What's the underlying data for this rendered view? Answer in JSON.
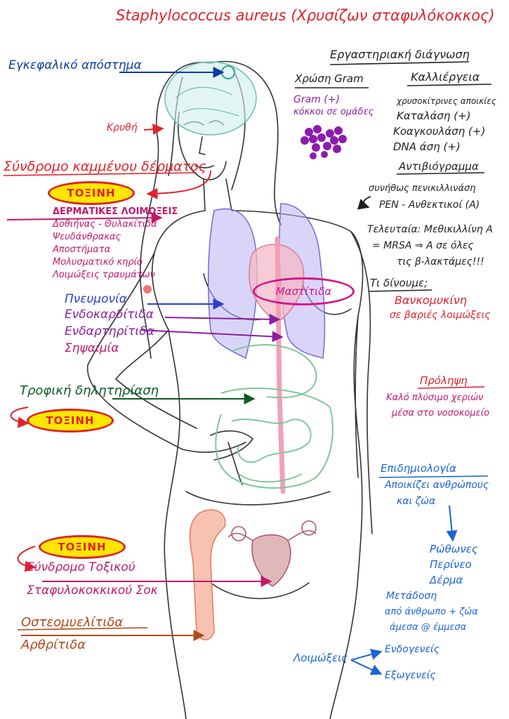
{
  "title": "Staphylococcus aureus (Χρυσίζων σταφυλόκοκκος)",
  "left": {
    "cns": "Εγκεφαλικό απόστημα",
    "skin_syndrome": "Σύνδρομο καμμένου δέρματος",
    "toxin": "ΤΟΞΙΝΗ",
    "dermal": [
      "ΔΕΡΜΑΤΙΚΕΣ ΛΟΙΜΩΞΕΙΣ",
      "Δοθιήνας - Θυλακίτιδα",
      "Ψευδάνθρακας",
      "Αποστήματα",
      "Μολυσματικό κηρίο",
      "Λοιμώξεις τραυμάτων"
    ],
    "pneumonia": "Πνευμονία",
    "endocarditis": "Ενδοκαρδίτιδα",
    "endarteritis": "Ενδαρτηρίτιδα",
    "sepsis": "Σηψαιμία",
    "food_poisoning": "Τροφική δηλητηρίαση",
    "tss": [
      "Σύνδρομο Τοξικού",
      "Σταφυλοκοκκικού Σοκ"
    ],
    "osteomyelitis": "Οστεομυελίτιδα",
    "arthritis": "Αρθρίτιδα"
  },
  "body_labels": {
    "hair": "Κρυθή",
    "mastitis": "Μαστίτιδα"
  },
  "right": {
    "lab_diagnosis": "Εργαστηριακή διάγνωση",
    "gram_head": "Χρώση Gram",
    "gram_text": [
      "Gram (+)",
      "κόκκοι σε ομάδες"
    ],
    "culture_head": "Καλλιέργεια",
    "culture_items": [
      "χρυσοκίτρινες αποικίες",
      "Καταλάση (+)",
      "Κοαγκουλάση (+)",
      "DNA άση (+)"
    ],
    "antibiogram": "Αντιβιόγραμμα",
    "antibiogram_items": [
      "συνήθως πενικιλλινάση",
      "PEN - Ανθεκτικοί (A)",
      "Τελευταία: Μεθικιλλίνη A",
      "= MRSA ⇒ A σε όλες",
      "τις β-λακτάμες!!!"
    ],
    "what_to_give": "Τι δίνουμε;",
    "vanco": [
      "Βανκομυκίνη",
      "σε βαριές λοιμώξεις"
    ],
    "prevention": "Πρόληψη",
    "prevention_text": [
      "Καλό πλύσιμο χεριών",
      "μέσα στο νοσοκομείο"
    ],
    "epidemiology": "Επιδημιολογία",
    "epi_text": [
      "Αποικίζει ανθρώπους",
      "και ζώα"
    ],
    "sites": [
      "Ρώθωνες",
      "Περίνεο",
      "Δέρμα"
    ],
    "transmission": "Μετάδοση",
    "transmission_text": [
      "από άνθρωπο + ζώα",
      "άμεσα @ έμμεσα"
    ],
    "infections": "Λοιμώξεις",
    "infection_types": [
      "Ενδογενείς",
      "Εξωγενείς"
    ]
  },
  "colors": {
    "red": "#e0222a",
    "blue": "#2a3fcf",
    "purple": "#8a1fa0",
    "magenta": "#c2186b",
    "green": "#0d5a25",
    "brown": "#b04a17",
    "toxin_fill": "#ffe600",
    "light_blue": "#1b63d6"
  }
}
